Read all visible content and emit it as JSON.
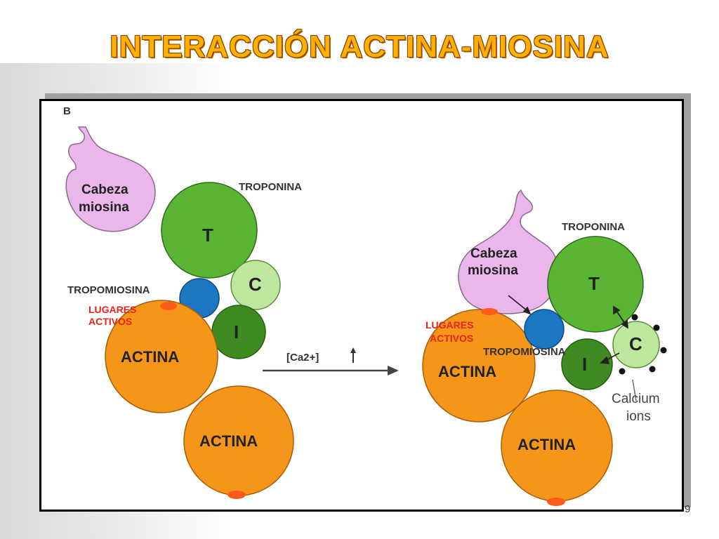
{
  "slide": {
    "title": "INTERACCIÓN ACTINA-MIOSINA",
    "page_number": "9"
  },
  "diagram": {
    "panel_label": "B",
    "colors": {
      "myosin": "#eab6ec",
      "troponin_t": "#5ab534",
      "troponin_c": "#bde69f",
      "troponin_i": "#3f8b22",
      "tropomyosin": "#1c77c3",
      "actin": "#f59519",
      "active_site": "#ff5a1a",
      "title_fill": "#ffb000",
      "title_outline": "#8a3d00"
    },
    "left": {
      "myosin_line1": "Cabeza",
      "myosin_line2": "miosina",
      "troponin_label": "TROPONINA",
      "troponin_t": "T",
      "troponin_c": "C",
      "troponin_i": "I",
      "tropomyosin_label": "TROPOMIOSINA",
      "active_sites_line1": "LUGARES",
      "active_sites_line2": "ACTIVOS",
      "actin_top": "ACTINA",
      "actin_bottom": "ACTINA"
    },
    "arrow_label": "[Ca2+]",
    "right": {
      "myosin_line1": "Cabeza",
      "myosin_line2": "miosina",
      "troponin_label": "TROPONINA",
      "troponin_t": "T",
      "troponin_c": "C",
      "troponin_i": "I",
      "tropomyosin_label": "TROPOMIOSINA",
      "active_sites_line1": "LUGARES",
      "active_sites_line2": "ACTIVOS",
      "actin_top": "ACTINA",
      "actin_bottom": "ACTINA",
      "calcium_line1": "Calcium",
      "calcium_line2": "ions"
    }
  }
}
